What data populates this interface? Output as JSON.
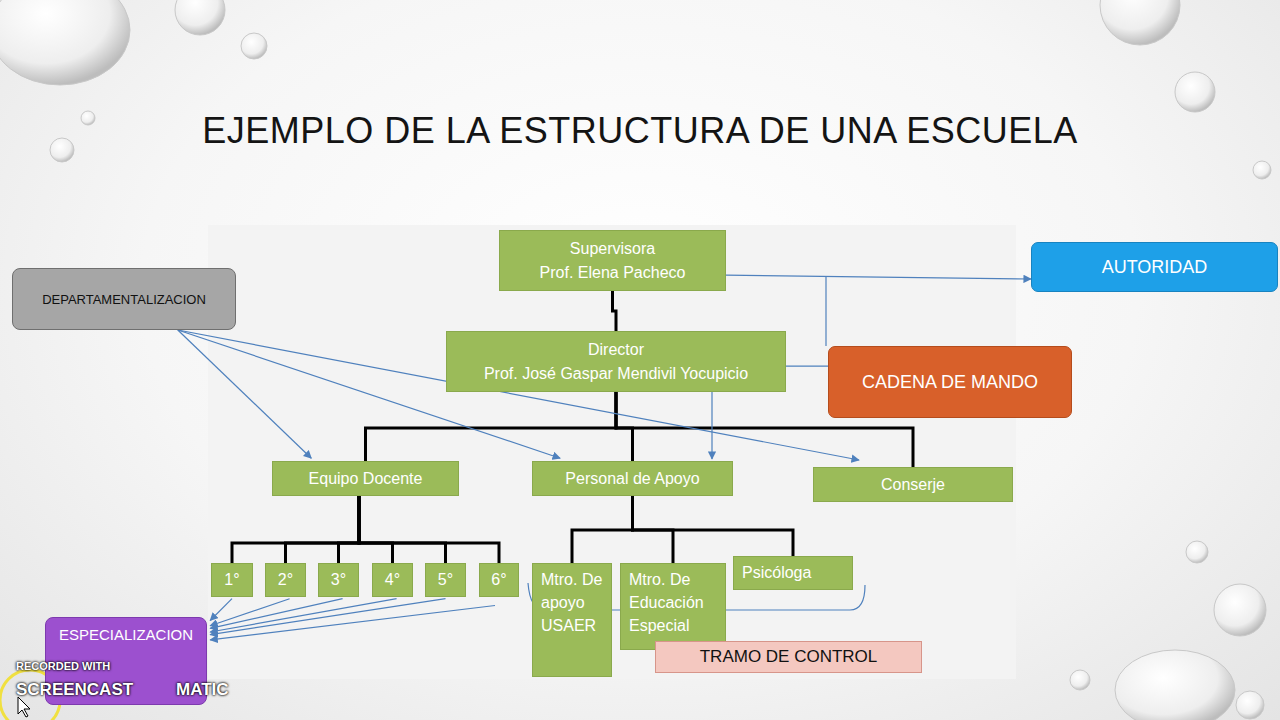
{
  "diagram": {
    "title": "EJEMPLO DE LA ESTRUCTURA DE UNA ESCUELA",
    "nodes": [
      {
        "text": [
          "Supervisora",
          "Prof. Elena Pacheco"
        ]
      },
      {
        "text": [
          "Director",
          "Prof. José Gaspar Mendivil Yocupicio"
        ]
      },
      {
        "text": [
          "AUTORIDAD"
        ]
      },
      {
        "text": [
          "DEPARTAMENTALIZACION"
        ]
      },
      {
        "text": [
          "CADENA DE MANDO"
        ]
      },
      {
        "text": [
          "Equipo Docente"
        ]
      },
      {
        "text": [
          "Personal de Apoyo"
        ]
      },
      {
        "text": [
          "Conserje"
        ]
      },
      {
        "text": [
          "1°"
        ]
      },
      {
        "text": [
          "2°"
        ]
      },
      {
        "text": [
          "3°"
        ]
      },
      {
        "text": [
          "4°"
        ]
      },
      {
        "text": [
          "5°"
        ]
      },
      {
        "text": [
          "6°"
        ]
      },
      {
        "text": [
          "Mtro. De apoyo USAER"
        ]
      },
      {
        "text": [
          "Mtro. De Educación Especial"
        ]
      },
      {
        "text": [
          "Psicóloga"
        ]
      },
      {
        "text": [
          "ESPECIALIZACION"
        ]
      },
      {
        "text": [
          "TRAMO DE CONTROL"
        ]
      }
    ],
    "edges": [
      {
        "from": 0,
        "to": 1,
        "arrow": "none"
      },
      {
        "from": 1,
        "to": 5,
        "arrow": "none"
      },
      {
        "from": 1,
        "to": 6,
        "arrow": "none"
      },
      {
        "from": 1,
        "to": 7,
        "arrow": "none"
      },
      {
        "from": 5,
        "to": 8,
        "arrow": "none"
      },
      {
        "from": 5,
        "to": 9,
        "arrow": "none"
      },
      {
        "from": 5,
        "to": 10,
        "arrow": "none"
      },
      {
        "from": 5,
        "to": 11,
        "arrow": "none"
      },
      {
        "from": 5,
        "to": 12,
        "arrow": "none"
      },
      {
        "from": 5,
        "to": 13,
        "arrow": "none"
      },
      {
        "from": 6,
        "to": 14,
        "arrow": "none"
      },
      {
        "from": 6,
        "to": 15,
        "arrow": "none"
      },
      {
        "from": 6,
        "to": 16,
        "arrow": "none"
      },
      {
        "from": 0,
        "to": 2,
        "arrow": "to"
      },
      {
        "from": 4,
        "to": 6,
        "arrow": "to"
      },
      {
        "from": 3,
        "to": 5,
        "arrow": "to"
      },
      {
        "from": 3,
        "to": 6,
        "arrow": "to"
      },
      {
        "from": 3,
        "to": 7,
        "arrow": "to"
      },
      {
        "from": 8,
        "to": 17,
        "arrow": "to"
      },
      {
        "from": 9,
        "to": 17,
        "arrow": "to"
      },
      {
        "from": 10,
        "to": 17,
        "arrow": "to"
      },
      {
        "from": 11,
        "to": 17,
        "arrow": "to"
      },
      {
        "from": 12,
        "to": 17,
        "arrow": "to"
      },
      {
        "from": 13,
        "to": 17,
        "arrow": "to"
      }
    ],
    "labels": [
      "RECORDED WITH",
      "SCREENCAST",
      "MATIC"
    ]
  }
}
